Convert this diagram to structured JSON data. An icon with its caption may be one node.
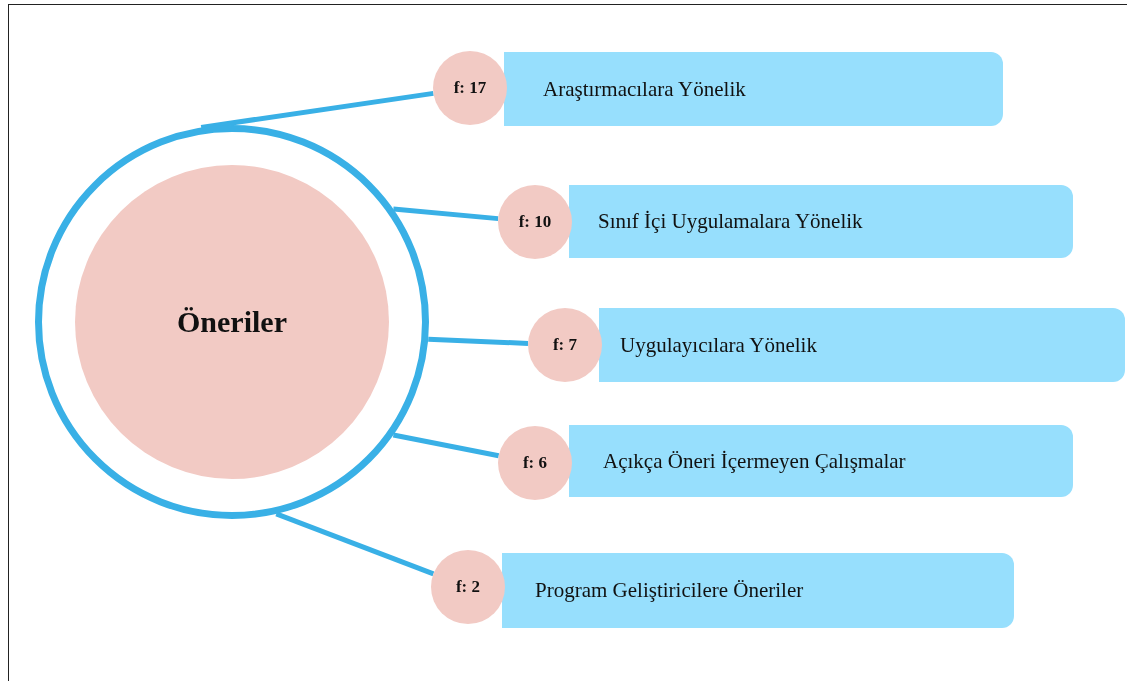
{
  "diagram": {
    "nodes": [
      {
        "text": [
          "Öneriler"
        ]
      },
      {
        "text": [
          "f: 17"
        ]
      },
      {
        "text": [
          "Araştırmacılara Yönelik"
        ]
      },
      {
        "text": [
          "f: 10"
        ]
      },
      {
        "text": [
          "Sınıf İçi Uygulamalara Yönelik"
        ]
      },
      {
        "text": [
          "f: 7"
        ]
      },
      {
        "text": [
          "Uygulayıcılara Yönelik"
        ]
      },
      {
        "text": [
          "f: 6"
        ]
      },
      {
        "text": [
          "Açıkça Öneri İçermeyen Çalışmalar"
        ]
      },
      {
        "text": [
          "f: 2"
        ]
      },
      {
        "text": [
          "Program Geliştiricilere Öneriler"
        ]
      }
    ],
    "edges": [
      {
        "from": 0,
        "to": 1,
        "arrow": "none"
      },
      {
        "from": 0,
        "to": 3,
        "arrow": "none"
      },
      {
        "from": 0,
        "to": 5,
        "arrow": "none"
      },
      {
        "from": 0,
        "to": 7,
        "arrow": "none"
      },
      {
        "from": 0,
        "to": 9,
        "arrow": "none"
      }
    ]
  }
}
